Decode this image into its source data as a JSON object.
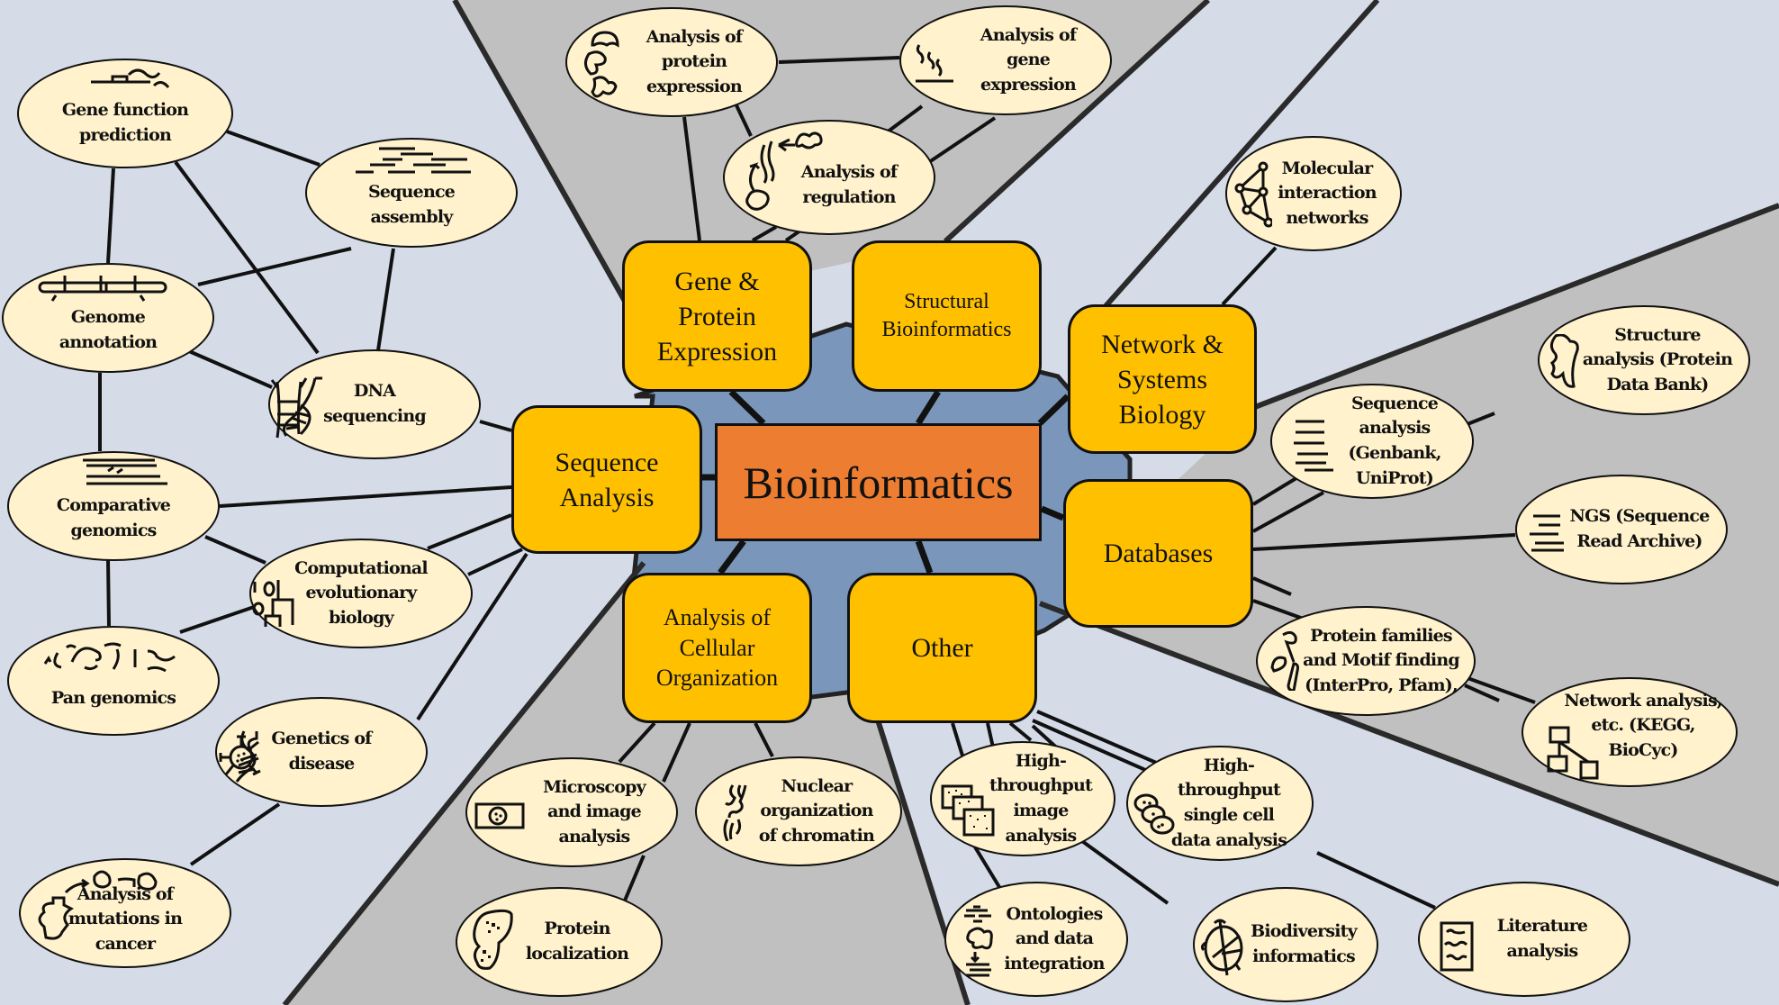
{
  "title": "Bioinformatics",
  "colors": {
    "background": "#d5dce8",
    "wedge_gray": "#bfc0bf",
    "center_region": "#7a97bb",
    "category_box": "#ffc000",
    "center_box": "#ed7d31",
    "topic_node": "#fff2cc",
    "outline": "#111111"
  },
  "center": {
    "label": "Bioinformatics"
  },
  "categories": [
    {
      "id": "gene-protein",
      "label": "Gene &\nProtein\nExpression"
    },
    {
      "id": "structural",
      "label": "Structural\nBioinformatics"
    },
    {
      "id": "network",
      "label": "Network &\nSystems\nBiology"
    },
    {
      "id": "databases",
      "label": "Databases"
    },
    {
      "id": "other",
      "label": "Other"
    },
    {
      "id": "cellular",
      "label": "Analysis of\nCellular\nOrganization"
    },
    {
      "id": "sequence",
      "label": "Sequence\nAnalysis"
    }
  ],
  "topics": [
    {
      "id": "gene-function",
      "label": "Gene function\nprediction",
      "category": "sequence",
      "icon": "gene-structure-icon"
    },
    {
      "id": "seq-assembly",
      "label": "Sequence\nassembly",
      "category": "sequence",
      "icon": "reads-alignment-icon"
    },
    {
      "id": "genome-annotation",
      "label": "Genome\nannotation",
      "category": "sequence",
      "icon": "chromosome-icon"
    },
    {
      "id": "dna-seq",
      "label": "DNA\nsequencing",
      "category": "sequence",
      "icon": "dna-helix-icon"
    },
    {
      "id": "comparative",
      "label": "Comparative\ngenomics",
      "category": "sequence",
      "icon": "aligned-genomes-icon"
    },
    {
      "id": "comp-evo",
      "label": "Computational\nevolutionary\nbiology",
      "category": "sequence",
      "icon": "phylogenetic-tree-icon"
    },
    {
      "id": "pan-genomics",
      "label": "Pan genomics",
      "category": "sequence",
      "icon": "genome-fragments-icon"
    },
    {
      "id": "genetics-disease",
      "label": "Genetics of\ndisease",
      "category": "sequence",
      "icon": "virus-icon"
    },
    {
      "id": "mutations-cancer",
      "label": "Analysis of\nmutations in\ncancer",
      "category": "sequence",
      "icon": "mutated-cell-icon"
    },
    {
      "id": "protein-expr",
      "label": "Analysis of\nprotein\nexpression",
      "category": "gene-protein",
      "icon": "proteins-icon"
    },
    {
      "id": "gene-expr",
      "label": "Analysis of\ngene\nexpression",
      "category": "gene-protein",
      "icon": "transcripts-icon"
    },
    {
      "id": "regulation",
      "label": "Analysis of\nregulation",
      "category": "gene-protein",
      "icon": "regulation-loop-icon"
    },
    {
      "id": "mol-interaction",
      "label": "Molecular\ninteraction\nnetworks",
      "category": "network",
      "icon": "network-graph-icon"
    },
    {
      "id": "structure-pdb",
      "label": "Structure\nanalysis (Protein\nData Bank)",
      "category": "databases",
      "icon": "protein-structure-icon"
    },
    {
      "id": "seq-genbank",
      "label": "Sequence\nanalysis\n(Genbank,\nUniProt)",
      "category": "databases",
      "icon": "sequence-lines-icon"
    },
    {
      "id": "ngs-sra",
      "label": "NGS (Sequence\nRead Archive)",
      "category": "databases",
      "icon": "reads-icon"
    },
    {
      "id": "protein-families",
      "label": "Protein families\nand Motif finding\n(InterPro, Pfam),",
      "category": "databases",
      "icon": "protein-domains-icon"
    },
    {
      "id": "network-kegg",
      "label": "Network analysis,\netc. (KEGG,\nBioCyc)",
      "category": "databases",
      "icon": "pathway-diagram-icon"
    },
    {
      "id": "microscopy",
      "label": "Microscopy\nand image\nanalysis",
      "category": "cellular",
      "icon": "microscope-image-icon"
    },
    {
      "id": "nuclear-chromatin",
      "label": "Nuclear\norganization\nof chromatin",
      "category": "cellular",
      "icon": "chromatin-icon"
    },
    {
      "id": "protein-localization",
      "label": "Protein\nlocalization",
      "category": "cellular",
      "icon": "cell-localization-icon"
    },
    {
      "id": "ht-image",
      "label": "High-\nthroughput\nimage\nanalysis",
      "category": "other",
      "icon": "image-stack-icon"
    },
    {
      "id": "ht-single-cell",
      "label": "High-\nthroughput\nsingle cell\ndata analysis",
      "category": "other",
      "icon": "cells-icon"
    },
    {
      "id": "ontologies",
      "label": "Ontologies\nand data\nintegration",
      "category": "other",
      "icon": "data-integration-icon"
    },
    {
      "id": "biodiversity",
      "label": "Biodiversity\ninformatics",
      "category": "other",
      "icon": "globe-tree-icon"
    },
    {
      "id": "literature",
      "label": "Literature\nanalysis",
      "category": "other",
      "icon": "document-icon"
    }
  ]
}
